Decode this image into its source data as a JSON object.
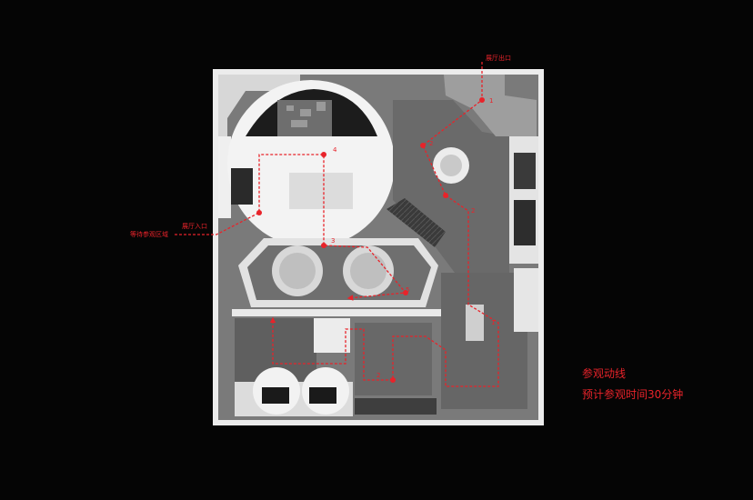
{
  "labels": {
    "exit": "展厅出口",
    "entrance": "展厅入口",
    "waiting": "等待参观区域"
  },
  "legend": {
    "title": "参观动线",
    "duration": "预计参观时间30分钟"
  },
  "route_points": [
    "1",
    "2",
    "2",
    "3",
    "4",
    "5",
    "2",
    "1"
  ],
  "colors": {
    "background": "#050505",
    "floor": "#7a7a7a",
    "wall": "#ececec",
    "route": "#e8232a"
  }
}
